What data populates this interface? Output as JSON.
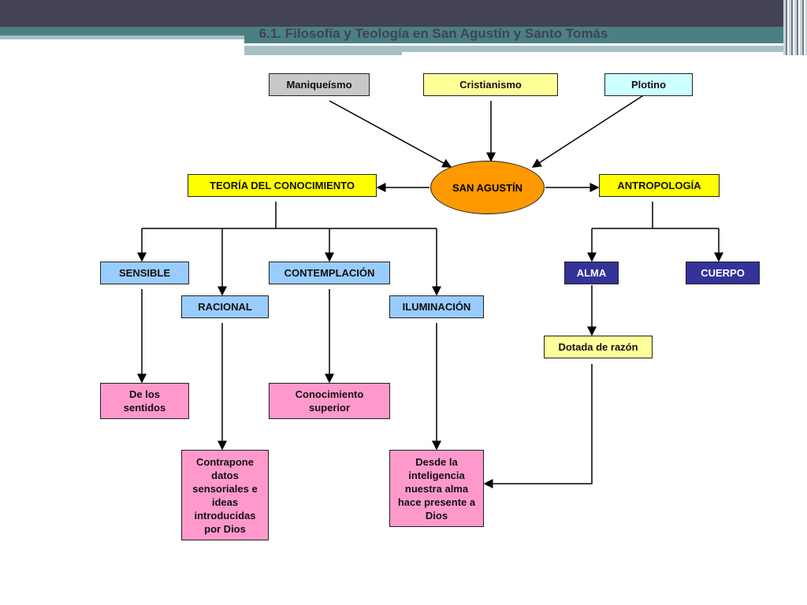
{
  "title": "6.1. Filosofía y Teología en San Agustín y Santo Tomás",
  "center": "SAN AGUSTÍN",
  "sources": {
    "maniqueismo": "Maniqueísmo",
    "cristianismo": "Cristianismo",
    "plotino": "Plotino"
  },
  "teoria": {
    "label": "TEORÍA DEL CONOCIMIENTO",
    "sensible": "SENSIBLE",
    "racional": "RACIONAL",
    "contemplacion": "CONTEMPLACIÓN",
    "iluminacion": "ILUMINACIÓN",
    "de_los_sentidos": "De los sentidos",
    "conocimiento_superior": "Conocimiento superior",
    "contrapone": "Contrapone datos sensoriales e ideas introducidas por Dios",
    "desde_la": "Desde la inteligencia nuestra alma hace presente a Dios"
  },
  "antropologia": {
    "label": "ANTROPOLOGÍA",
    "alma": "ALMA",
    "cuerpo": "CUERPO",
    "dotada": "Dotada de razón"
  },
  "colors": {
    "gray": "#c8c8c8",
    "pale_yellow": "#ffff99",
    "cyan": "#ccffff",
    "yellow": "#ffff00",
    "orange": "#ff9900",
    "blue": "#99ccff",
    "navy": "#333399",
    "pink": "#ff99cc"
  }
}
